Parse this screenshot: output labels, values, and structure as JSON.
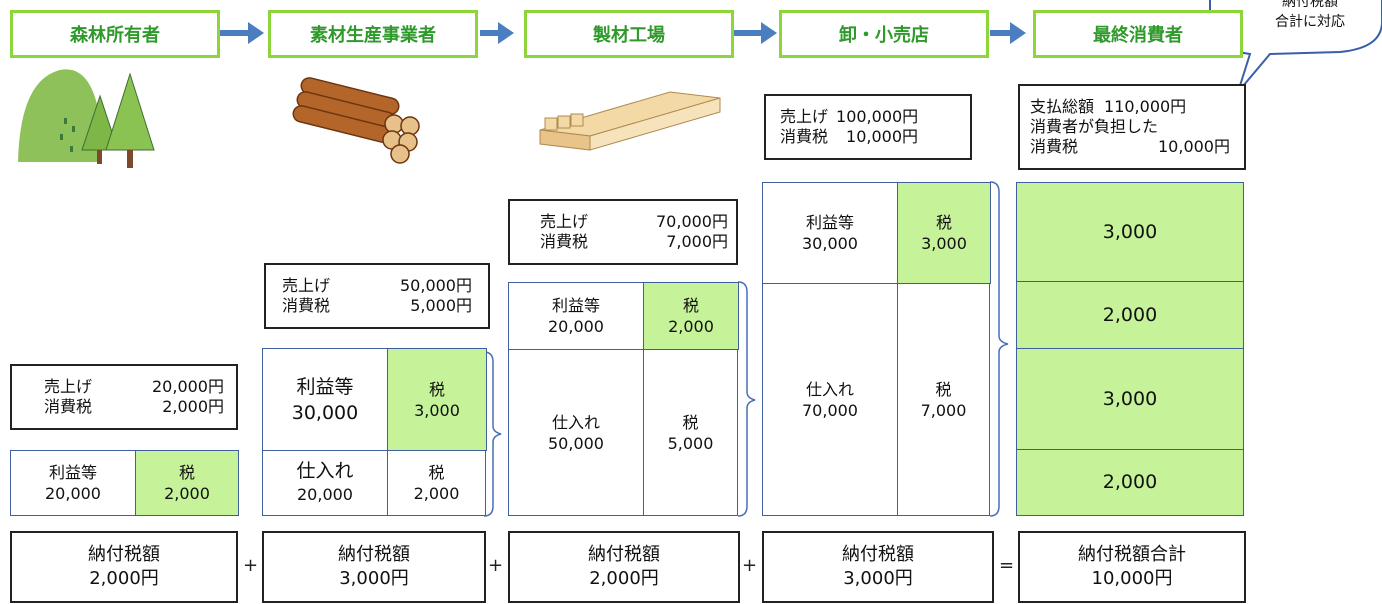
{
  "stages": [
    "森林所有者",
    "素材生産事業者",
    "製材工場",
    "卸・小売店",
    "最終消費者"
  ],
  "callout": {
    "line1": "納付税額",
    "line2": "合計に対応"
  },
  "forest": {
    "sales": {
      "label": "売上げ",
      "value": "20,000円"
    },
    "tax": {
      "label": "消費税",
      "value": "2,000円"
    },
    "profit": {
      "label": "利益等",
      "value": "20,000"
    },
    "taxcell": {
      "label": "税",
      "value": "2,000"
    },
    "pay": {
      "label": "納付税額",
      "value": "2,000円"
    }
  },
  "logger": {
    "sales": {
      "label": "売上げ",
      "value": "50,000円"
    },
    "tax": {
      "label": "消費税",
      "value": "5,000円"
    },
    "profit": {
      "label": "利益等",
      "value": "30,000"
    },
    "taxcell": {
      "label": "税",
      "value": "3,000"
    },
    "purchase": {
      "label": "仕入れ",
      "value": "20,000"
    },
    "purchasetax": {
      "label": "税",
      "value": "2,000"
    },
    "pay": {
      "label": "納付税額",
      "value": "3,000円"
    }
  },
  "sawmill": {
    "sales": {
      "label": "売上げ",
      "value": "70,000円"
    },
    "tax": {
      "label": "消費税",
      "value": "7,000円"
    },
    "profit": {
      "label": "利益等",
      "value": "20,000"
    },
    "taxcell": {
      "label": "税",
      "value": "2,000"
    },
    "purchase": {
      "label": "仕入れ",
      "value": "50,000"
    },
    "purchasetax": {
      "label": "税",
      "value": "5,000"
    },
    "pay": {
      "label": "納付税額",
      "value": "2,000円"
    }
  },
  "retail": {
    "sales": {
      "label": "売上げ",
      "value": "100,000円"
    },
    "tax": {
      "label": "消費税",
      "value": "10,000円"
    },
    "profit": {
      "label": "利益等",
      "value": "30,000"
    },
    "taxcell": {
      "label": "税",
      "value": "3,000"
    },
    "purchase": {
      "label": "仕入れ",
      "value": "70,000"
    },
    "purchasetax": {
      "label": "税",
      "value": "7,000"
    },
    "pay": {
      "label": "納付税額",
      "value": "3,000円"
    }
  },
  "consumer": {
    "total": {
      "label": "支払総額",
      "value": "110,000円"
    },
    "note": "消費者が負担した",
    "tax": {
      "label": "消費税",
      "value": "10,000円"
    },
    "segments": [
      "3,000",
      "2,000",
      "3,000",
      "2,000"
    ],
    "pay": {
      "label": "納付税額合計",
      "value": "10,000円"
    }
  },
  "operators": [
    "+",
    "+",
    "+",
    "="
  ],
  "colors": {
    "stage_border": "#8cd63c",
    "stage_text": "#2f9a2b",
    "arrow": "#4a7ec0",
    "tax_fill": "#c6f39a"
  }
}
